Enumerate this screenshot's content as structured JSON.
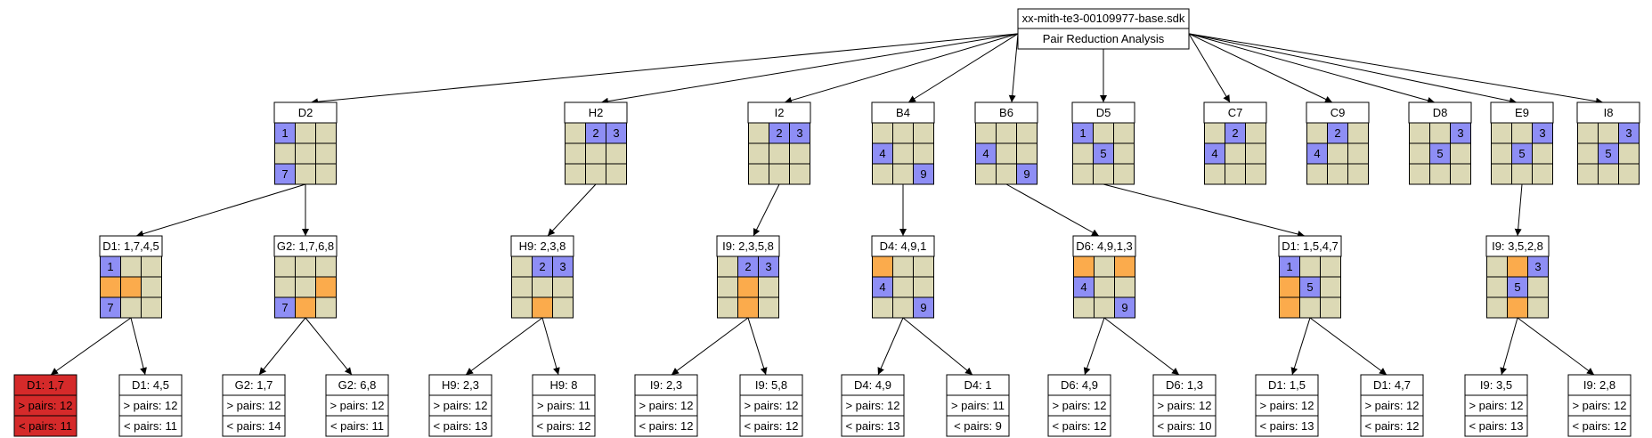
{
  "root": {
    "lines": [
      "xx-mith-te3-00109977-base.sdk",
      "Pair Reduction Analysis"
    ]
  },
  "colors": {
    "cell": "#dcd9b5",
    "blue": "#8e8ef5",
    "orange": "#fbab4c",
    "red": "#d52a2a",
    "border": "#000000"
  },
  "nodes": [
    {
      "id": "D2",
      "label": "D2",
      "cells": [
        [
          "1",
          "b"
        ],
        [
          "",
          ""
        ],
        [
          "",
          ""
        ],
        [
          "",
          ""
        ],
        [
          "",
          ""
        ],
        [
          "",
          ""
        ],
        [
          "7",
          "b"
        ],
        [
          "",
          ""
        ],
        [
          "",
          ""
        ]
      ]
    },
    {
      "id": "H2",
      "label": "H2",
      "cells": [
        [
          "",
          ""
        ],
        [
          "2",
          "b"
        ],
        [
          "3",
          "b"
        ],
        [
          "",
          ""
        ],
        [
          "",
          ""
        ],
        [
          "",
          ""
        ],
        [
          "",
          ""
        ],
        [
          "",
          ""
        ],
        [
          "",
          ""
        ]
      ]
    },
    {
      "id": "I2",
      "label": "I2",
      "cells": [
        [
          "",
          ""
        ],
        [
          "2",
          "b"
        ],
        [
          "3",
          "b"
        ],
        [
          "",
          ""
        ],
        [
          "",
          ""
        ],
        [
          "",
          ""
        ],
        [
          "",
          ""
        ],
        [
          "",
          ""
        ],
        [
          "",
          ""
        ]
      ]
    },
    {
      "id": "B4",
      "label": "B4",
      "cells": [
        [
          "",
          ""
        ],
        [
          "",
          ""
        ],
        [
          "",
          ""
        ],
        [
          "4",
          "b"
        ],
        [
          "",
          ""
        ],
        [
          "",
          ""
        ],
        [
          "",
          ""
        ],
        [
          "",
          ""
        ],
        [
          "9",
          "b"
        ]
      ]
    },
    {
      "id": "B6",
      "label": "B6",
      "cells": [
        [
          "",
          ""
        ],
        [
          "",
          ""
        ],
        [
          "",
          ""
        ],
        [
          "4",
          "b"
        ],
        [
          "",
          ""
        ],
        [
          "",
          ""
        ],
        [
          "",
          ""
        ],
        [
          "",
          ""
        ],
        [
          "9",
          "b"
        ]
      ]
    },
    {
      "id": "D5",
      "label": "D5",
      "cells": [
        [
          "1",
          "b"
        ],
        [
          "",
          ""
        ],
        [
          "",
          ""
        ],
        [
          "",
          ""
        ],
        [
          "5",
          "b"
        ],
        [
          "",
          ""
        ],
        [
          "",
          ""
        ],
        [
          "",
          ""
        ],
        [
          "",
          ""
        ]
      ]
    },
    {
      "id": "C7",
      "label": "C7",
      "cells": [
        [
          "",
          ""
        ],
        [
          "2",
          "b"
        ],
        [
          "",
          ""
        ],
        [
          "4",
          "b"
        ],
        [
          "",
          ""
        ],
        [
          "",
          ""
        ],
        [
          "",
          ""
        ],
        [
          "",
          ""
        ],
        [
          "",
          ""
        ]
      ]
    },
    {
      "id": "C9",
      "label": "C9",
      "cells": [
        [
          "",
          ""
        ],
        [
          "2",
          "b"
        ],
        [
          "",
          ""
        ],
        [
          "4",
          "b"
        ],
        [
          "",
          ""
        ],
        [
          "",
          ""
        ],
        [
          "",
          ""
        ],
        [
          "",
          ""
        ],
        [
          "",
          ""
        ]
      ]
    },
    {
      "id": "D8",
      "label": "D8",
      "cells": [
        [
          "",
          ""
        ],
        [
          "",
          ""
        ],
        [
          "3",
          "b"
        ],
        [
          "",
          ""
        ],
        [
          "5",
          "b"
        ],
        [
          "",
          ""
        ],
        [
          "",
          ""
        ],
        [
          "",
          ""
        ],
        [
          "",
          ""
        ]
      ]
    },
    {
      "id": "E9",
      "label": "E9",
      "cells": [
        [
          "",
          ""
        ],
        [
          "",
          ""
        ],
        [
          "3",
          "b"
        ],
        [
          "",
          ""
        ],
        [
          "5",
          "b"
        ],
        [
          "",
          ""
        ],
        [
          "",
          ""
        ],
        [
          "",
          ""
        ],
        [
          "",
          ""
        ]
      ]
    },
    {
      "id": "I8",
      "label": "I8",
      "cells": [
        [
          "",
          ""
        ],
        [
          "",
          ""
        ],
        [
          "3",
          "b"
        ],
        [
          "",
          ""
        ],
        [
          "5",
          "b"
        ],
        [
          "",
          ""
        ],
        [
          "",
          ""
        ],
        [
          "",
          ""
        ],
        [
          "",
          ""
        ]
      ]
    },
    {
      "id": "D1a",
      "label": "D1: 1,7,4,5",
      "cells": [
        [
          "1",
          "b"
        ],
        [
          "",
          ""
        ],
        [
          "",
          ""
        ],
        [
          "",
          "o"
        ],
        [
          "",
          "o"
        ],
        [
          "",
          ""
        ],
        [
          "7",
          "b"
        ],
        [
          "",
          ""
        ],
        [
          "",
          ""
        ]
      ]
    },
    {
      "id": "G2",
      "label": "G2: 1,7,6,8",
      "cells": [
        [
          "",
          ""
        ],
        [
          "",
          ""
        ],
        [
          "",
          ""
        ],
        [
          "",
          ""
        ],
        [
          "",
          ""
        ],
        [
          "",
          "o"
        ],
        [
          "7",
          "b"
        ],
        [
          "",
          "o"
        ],
        [
          "",
          ""
        ]
      ]
    },
    {
      "id": "H9",
      "label": "H9: 2,3,8",
      "cells": [
        [
          "",
          ""
        ],
        [
          "2",
          "b"
        ],
        [
          "3",
          "b"
        ],
        [
          "",
          ""
        ],
        [
          "",
          ""
        ],
        [
          "",
          ""
        ],
        [
          "",
          ""
        ],
        [
          "",
          "o"
        ],
        [
          "",
          ""
        ]
      ]
    },
    {
      "id": "I9",
      "label": "I9: 2,3,5,8",
      "cells": [
        [
          "",
          ""
        ],
        [
          "2",
          "b"
        ],
        [
          "3",
          "b"
        ],
        [
          "",
          ""
        ],
        [
          "",
          "o"
        ],
        [
          "",
          ""
        ],
        [
          "",
          ""
        ],
        [
          "",
          "o"
        ],
        [
          "",
          ""
        ]
      ]
    },
    {
      "id": "D4",
      "label": "D4: 4,9,1",
      "cells": [
        [
          "",
          "o"
        ],
        [
          "",
          ""
        ],
        [
          "",
          ""
        ],
        [
          "4",
          "b"
        ],
        [
          "",
          ""
        ],
        [
          "",
          ""
        ],
        [
          "",
          ""
        ],
        [
          "",
          ""
        ],
        [
          "9",
          "b"
        ]
      ]
    },
    {
      "id": "D6",
      "label": "D6: 4,9,1,3",
      "cells": [
        [
          "",
          "o"
        ],
        [
          "",
          ""
        ],
        [
          "",
          "o"
        ],
        [
          "4",
          "b"
        ],
        [
          "",
          ""
        ],
        [
          "",
          ""
        ],
        [
          "",
          ""
        ],
        [
          "",
          ""
        ],
        [
          "9",
          "b"
        ]
      ]
    },
    {
      "id": "D1b",
      "label": "D1: 1,5,4,7",
      "cells": [
        [
          "1",
          "b"
        ],
        [
          "",
          ""
        ],
        [
          "",
          ""
        ],
        [
          "",
          "o"
        ],
        [
          "5",
          "b"
        ],
        [
          "",
          ""
        ],
        [
          "",
          "o"
        ],
        [
          "",
          ""
        ],
        [
          "",
          ""
        ]
      ]
    },
    {
      "id": "I9b",
      "label": "I9: 3,5,2,8",
      "cells": [
        [
          "",
          ""
        ],
        [
          "",
          "o"
        ],
        [
          "3",
          "b"
        ],
        [
          "",
          ""
        ],
        [
          "5",
          "b"
        ],
        [
          "",
          ""
        ],
        [
          "",
          ""
        ],
        [
          "",
          "o"
        ],
        [
          "",
          ""
        ]
      ]
    }
  ],
  "leaves": [
    {
      "id": "L1",
      "lines": [
        "D1: 1,7",
        "> pairs: 12",
        "< pairs: 11"
      ],
      "highlight": true
    },
    {
      "id": "L2",
      "lines": [
        "D1: 4,5",
        "> pairs: 12",
        "< pairs: 11"
      ]
    },
    {
      "id": "L3",
      "lines": [
        "G2: 1,7",
        "> pairs: 12",
        "< pairs: 14"
      ]
    },
    {
      "id": "L4",
      "lines": [
        "G2: 6,8",
        "> pairs: 12",
        "< pairs: 11"
      ]
    },
    {
      "id": "L5",
      "lines": [
        "H9: 2,3",
        "> pairs: 12",
        "< pairs: 13"
      ]
    },
    {
      "id": "L6",
      "lines": [
        "H9: 8",
        "> pairs: 11",
        "< pairs: 12"
      ]
    },
    {
      "id": "L7",
      "lines": [
        "I9: 2,3",
        "> pairs: 12",
        "< pairs: 12"
      ]
    },
    {
      "id": "L8",
      "lines": [
        "I9: 5,8",
        "> pairs: 12",
        "< pairs: 12"
      ]
    },
    {
      "id": "L9",
      "lines": [
        "D4: 4,9",
        "> pairs: 12",
        "< pairs: 13"
      ]
    },
    {
      "id": "L10",
      "lines": [
        "D4: 1",
        "> pairs: 11",
        "< pairs: 9"
      ]
    },
    {
      "id": "L11",
      "lines": [
        "D6: 4,9",
        "> pairs: 12",
        "< pairs: 12"
      ]
    },
    {
      "id": "L12",
      "lines": [
        "D6: 1,3",
        "> pairs: 12",
        "< pairs: 10"
      ]
    },
    {
      "id": "L13",
      "lines": [
        "D1: 1,5",
        "> pairs: 12",
        "< pairs: 13"
      ]
    },
    {
      "id": "L14",
      "lines": [
        "D1: 4,7",
        "> pairs: 12",
        "< pairs: 12"
      ]
    },
    {
      "id": "L15",
      "lines": [
        "I9: 3,5",
        "> pairs: 12",
        "< pairs: 13"
      ]
    },
    {
      "id": "L16",
      "lines": [
        "I9: 2,8",
        "> pairs: 12",
        "< pairs: 12"
      ]
    }
  ],
  "edges": [
    [
      "root",
      "D2"
    ],
    [
      "root",
      "H2"
    ],
    [
      "root",
      "I2"
    ],
    [
      "root",
      "B4"
    ],
    [
      "root",
      "B6"
    ],
    [
      "root",
      "D5"
    ],
    [
      "root",
      "C7"
    ],
    [
      "root",
      "C9"
    ],
    [
      "root",
      "D8"
    ],
    [
      "root",
      "E9"
    ],
    [
      "root",
      "I8"
    ],
    [
      "D2",
      "D1a"
    ],
    [
      "D2",
      "G2"
    ],
    [
      "H2",
      "H9"
    ],
    [
      "I2",
      "I9"
    ],
    [
      "B4",
      "D4"
    ],
    [
      "B6",
      "D6"
    ],
    [
      "D5",
      "D1b"
    ],
    [
      "E9",
      "I9b"
    ],
    [
      "D1a",
      "L1"
    ],
    [
      "D1a",
      "L2"
    ],
    [
      "G2",
      "L3"
    ],
    [
      "G2",
      "L4"
    ],
    [
      "H9",
      "L5"
    ],
    [
      "H9",
      "L6"
    ],
    [
      "I9",
      "L7"
    ],
    [
      "I9",
      "L8"
    ],
    [
      "D4",
      "L9"
    ],
    [
      "D4",
      "L10"
    ],
    [
      "D6",
      "L11"
    ],
    [
      "D6",
      "L12"
    ],
    [
      "D1b",
      "L13"
    ],
    [
      "D1b",
      "L14"
    ],
    [
      "I9b",
      "L15"
    ],
    [
      "I9b",
      "L16"
    ]
  ]
}
